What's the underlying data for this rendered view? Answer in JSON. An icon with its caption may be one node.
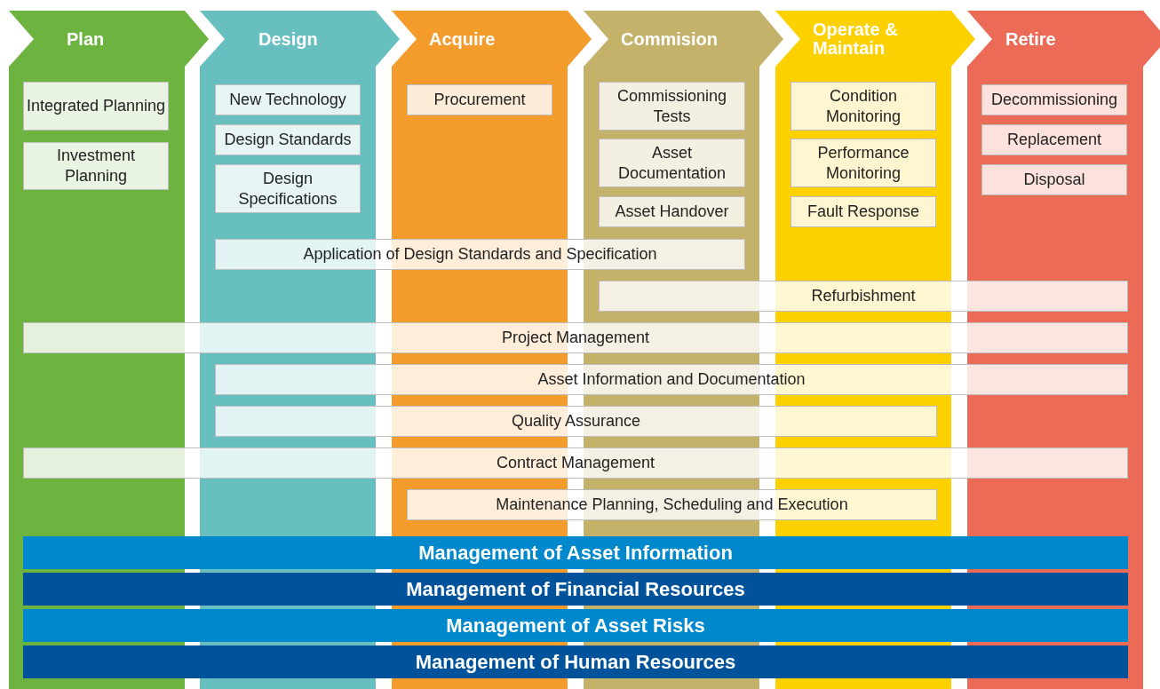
{
  "diagram": {
    "nodes": [
      {
        "text": [
          "Plan"
        ]
      },
      {
        "text": [
          "Integrated Planning"
        ],
        "in": 0
      },
      {
        "text": [
          "Investment Planning"
        ],
        "in": 0
      },
      {
        "text": [
          "Design"
        ]
      },
      {
        "text": [
          "New Technology"
        ],
        "in": 3
      },
      {
        "text": [
          "Design Standards"
        ],
        "in": 3
      },
      {
        "text": [
          "Design Specifications"
        ],
        "in": 3
      },
      {
        "text": [
          "Acquire"
        ]
      },
      {
        "text": [
          "Procurement"
        ],
        "in": 7
      },
      {
        "text": [
          "Commision"
        ]
      },
      {
        "text": [
          "Commissioning Tests"
        ],
        "in": 9
      },
      {
        "text": [
          "Asset Documentation"
        ],
        "in": 9
      },
      {
        "text": [
          "Asset Handover"
        ],
        "in": 9
      },
      {
        "text": [
          "Operate & Maintain"
        ]
      },
      {
        "text": [
          "Condition Monitoring"
        ],
        "in": 13
      },
      {
        "text": [
          "Performance Monitoring"
        ],
        "in": 13
      },
      {
        "text": [
          "Fault Response"
        ],
        "in": 13
      },
      {
        "text": [
          "Retire"
        ]
      },
      {
        "text": [
          "Decommissioning"
        ],
        "in": 17
      },
      {
        "text": [
          "Replacement"
        ],
        "in": 17
      },
      {
        "text": [
          "Disposal"
        ],
        "in": 17
      },
      {
        "text": [
          "Application of Design Standards and Specification"
        ]
      },
      {
        "text": [
          "Refurbishment"
        ]
      },
      {
        "text": [
          "Project Management"
        ]
      },
      {
        "text": [
          "Asset Information and Documentation"
        ]
      },
      {
        "text": [
          "Quality Assurance"
        ]
      },
      {
        "text": [
          "Contract Management"
        ]
      },
      {
        "text": [
          "Maintenance Planning, Scheduling and Execution"
        ]
      },
      {
        "text": [
          "Management of Asset Information"
        ]
      },
      {
        "text": [
          "Management of Financial Resources"
        ]
      },
      {
        "text": [
          "Management of Asset Risks"
        ]
      },
      {
        "text": [
          "Management of Human Resources"
        ]
      }
    ]
  }
}
